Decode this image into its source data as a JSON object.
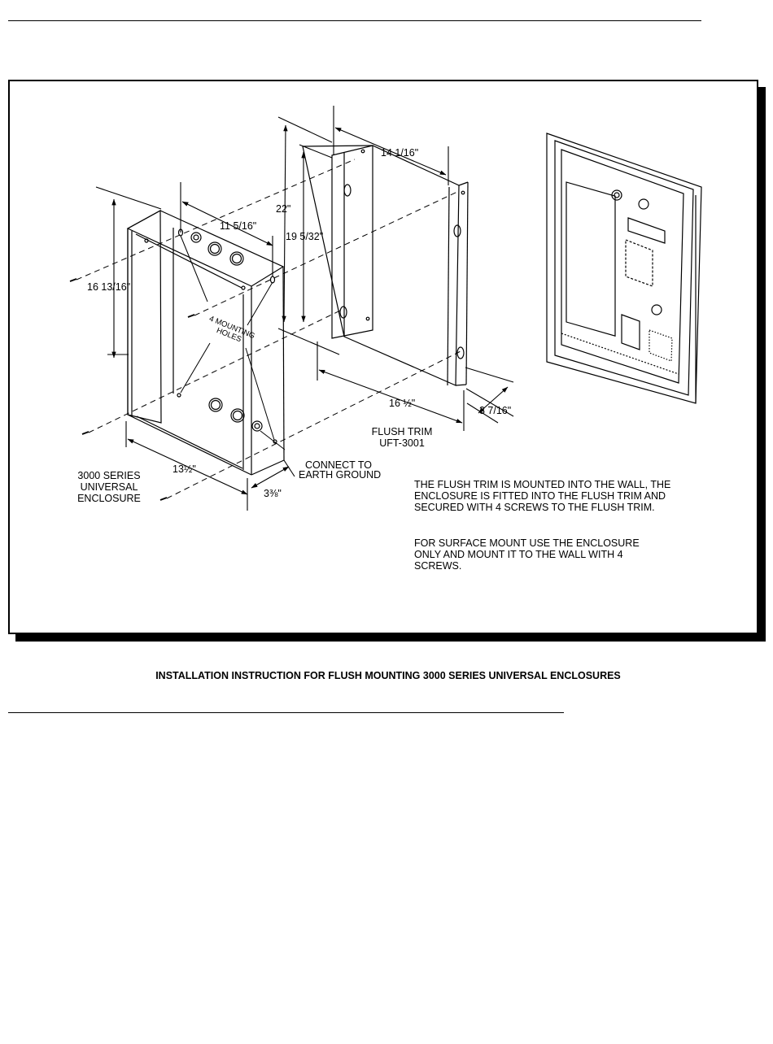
{
  "dimensions": {
    "flush_trim_width": "14 1/16\"",
    "flush_trim_height_outer": "22\"",
    "flush_trim_height_inner": "19 5/32\"",
    "flush_trim_length": "16 ½\"",
    "flush_trim_depth": "3 7/16\"",
    "enclosure_top_width": "11 5/16\"",
    "enclosure_height": "16 13/16\"",
    "enclosure_width": "13½\"",
    "enclosure_depth": "3⅜\""
  },
  "labels": {
    "mounting_holes": "4 MOUNTING HOLES",
    "earth_ground_line1": "CONNECT TO",
    "earth_ground_line2": "EARTH GROUND",
    "flush_trim_line1": "FLUSH TRIM",
    "flush_trim_line2": "UFT-3001",
    "enclosure_line1": "3000 SERIES",
    "enclosure_line2": "UNIVERSAL",
    "enclosure_line3": "ENCLOSURE"
  },
  "notes": {
    "flush_mount": "THE FLUSH TRIM IS MOUNTED INTO THE WALL, THE ENCLOSURE IS FITTED INTO THE FLUSH TRIM AND SECURED WITH 4 SCREWS TO THE FLUSH TRIM.",
    "surface_mount": "FOR SURFACE MOUNT USE THE ENCLOSURE ONLY AND MOUNT IT TO THE WALL WITH 4 SCREWS."
  },
  "caption": "INSTALLATION INSTRUCTION FOR FLUSH MOUNTING 3000 SERIES UNIVERSAL ENCLOSURES"
}
